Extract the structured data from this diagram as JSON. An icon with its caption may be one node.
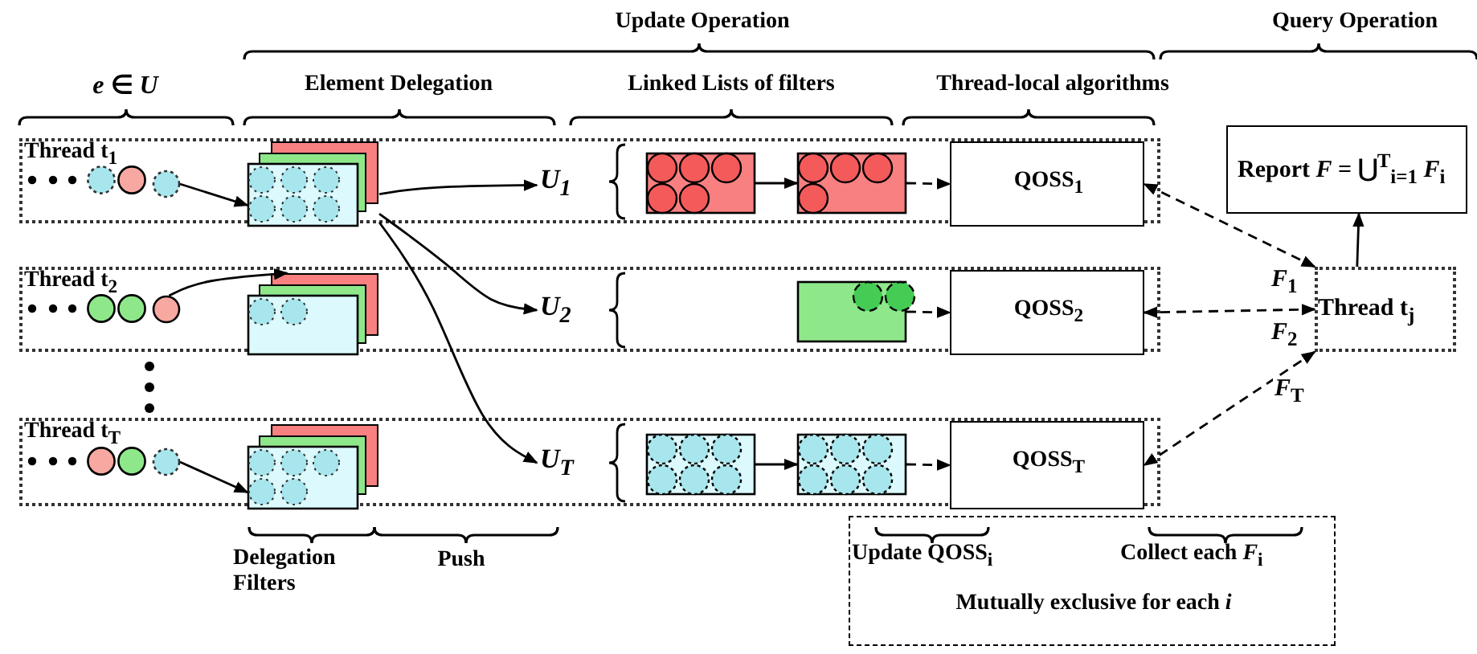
{
  "diagram": {
    "nodes": [
      {
        "text": [
          "Thread t$_{1}$"
        ]
      },
      {
        "text": [],
        "shape": "circle",
        "in": 0
      },
      {
        "text": [],
        "shape": "box",
        "in": 0
      },
      {
        "text": [
          "*U*$_{1}$"
        ],
        "in": 0
      },
      {
        "text": [],
        "shape": "box",
        "in": 0
      },
      {
        "text": [],
        "shape": "box",
        "in": 0
      },
      {
        "text": [
          "QOSS$_{1}$"
        ],
        "in": 0
      },
      {
        "text": [
          "Thread t$_{2}$"
        ]
      },
      {
        "text": [],
        "shape": "circle",
        "in": 7
      },
      {
        "text": [],
        "shape": "box",
        "in": 7
      },
      {
        "text": [
          "*U*$_{2}$"
        ],
        "in": 7
      },
      {
        "text": [],
        "shape": "box",
        "in": 7
      },
      {
        "text": [
          "QOSS$_{2}$"
        ],
        "in": 7
      },
      {
        "text": [
          "Thread t$_{T}$"
        ]
      },
      {
        "text": [],
        "shape": "circle",
        "in": 13
      },
      {
        "text": [],
        "shape": "box",
        "in": 13
      },
      {
        "text": [
          "*U*$_{T}$"
        ],
        "in": 13
      },
      {
        "text": [],
        "shape": "box",
        "in": 13
      },
      {
        "text": [],
        "shape": "box",
        "in": 13
      },
      {
        "text": [
          "QOSS$_{T}$"
        ],
        "in": 13
      },
      {
        "text": [
          "Report *F* = ⋃$^{T}$$_{i=1}$ *F*$_{i}$"
        ]
      },
      {
        "text": [
          "Thread t$_{j}$"
        ]
      },
      {
        "text": [
          "Update QOSS$_{i}$",
          "Collect each *F*$_{i}$",
          "Mutually exclusive for each *i*"
        ]
      }
    ],
    "edges": [
      {
        "from": 1,
        "to": 2,
        "arrow": "to"
      },
      {
        "from": 8,
        "to": 9,
        "arrow": "to"
      },
      {
        "from": 14,
        "to": 15,
        "arrow": "to"
      },
      {
        "from": 2,
        "to": 3,
        "arrow": "to"
      },
      {
        "from": 2,
        "to": 10,
        "arrow": "to"
      },
      {
        "from": 2,
        "to": 16,
        "arrow": "to"
      },
      {
        "from": 4,
        "to": 5,
        "arrow": "to"
      },
      {
        "from": 5,
        "to": 6,
        "arrow": "to",
        "style": "dashed"
      },
      {
        "from": 11,
        "to": 12,
        "arrow": "to",
        "style": "dashed"
      },
      {
        "from": 17,
        "to": 18,
        "arrow": "to"
      },
      {
        "from": 18,
        "to": 19,
        "arrow": "to",
        "style": "dashed"
      },
      {
        "from": 21,
        "to": 6,
        "arrow": "both",
        "style": "dashed",
        "label": "*F*$_{1}$"
      },
      {
        "from": 21,
        "to": 12,
        "arrow": "both",
        "style": "dashed",
        "label": "*F*$_{2}$"
      },
      {
        "from": 21,
        "to": 19,
        "arrow": "both",
        "style": "dashed",
        "label": "*F*$_{T}$"
      },
      {
        "from": 21,
        "to": 20,
        "arrow": "to"
      }
    ],
    "labels": [
      "Update Operation",
      "Query Operation",
      "*e* ∈ *U*",
      "Element Delegation",
      "Linked Lists of filters",
      "Thread-local algorithms",
      "Delegation Filters",
      "Push"
    ]
  }
}
